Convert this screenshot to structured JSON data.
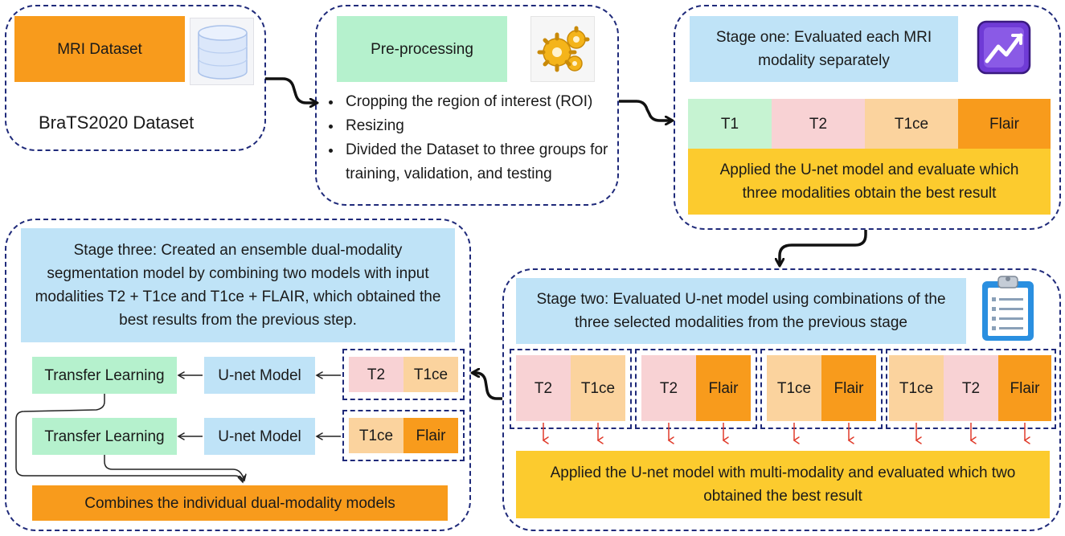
{
  "dataset_panel": {
    "mri_label": "MRI Dataset",
    "caption": "BraTS2020 Dataset"
  },
  "preprocessing_panel": {
    "title": "Pre-processing",
    "bullets": [
      "Cropping the region of interest (ROI)",
      "Resizing",
      "Divided the Dataset to three groups for training, validation, and testing"
    ]
  },
  "stage_one_panel": {
    "title": "Stage one:  Evaluated  each MRI modality separately",
    "modalities": [
      "T1",
      "T2",
      "T1ce",
      "Flair"
    ],
    "result": "Applied the U-net model and evaluate which three modalities obtain the best result"
  },
  "stage_two_panel": {
    "title": "Stage two:  Evaluated  U-net model using combinations of the three selected modalities from the previous stage",
    "combos": [
      [
        "T2",
        "T1ce"
      ],
      [
        "T2",
        "Flair"
      ],
      [
        "T1ce",
        "Flair"
      ],
      [
        "T1ce",
        "T2",
        "Flair"
      ]
    ],
    "result": "Applied the U-net model with multi-modality and evaluated which two obtained the best result"
  },
  "stage_three_panel": {
    "title": "Stage three:  Created an ensemble dual-modality segmentation model by combining two models with input modalities T2 + T1ce and T1ce + FLAIR, which obtained the best results from the previous step.",
    "rows": [
      {
        "transfer": "Transfer Learning",
        "model": "U-net Model",
        "inputs": [
          "T2",
          "T1ce"
        ]
      },
      {
        "transfer": "Transfer Learning",
        "model": "U-net Model",
        "inputs": [
          "T1ce",
          "Flair"
        ]
      }
    ],
    "combine": "Combines the individual dual-modality models"
  },
  "colors": {
    "border": "#1f2a7a",
    "orange": "#f89b1c",
    "green": "#b5f1cd",
    "blue": "#bfe3f7",
    "yellow": "#fccb2e",
    "pink": "#f8d2d4",
    "peach": "#fbd39e",
    "red_arrow": "#e03a2a"
  },
  "icons": [
    "database-icon",
    "gears-icon",
    "trend-chart-icon",
    "clipboard-icon"
  ]
}
